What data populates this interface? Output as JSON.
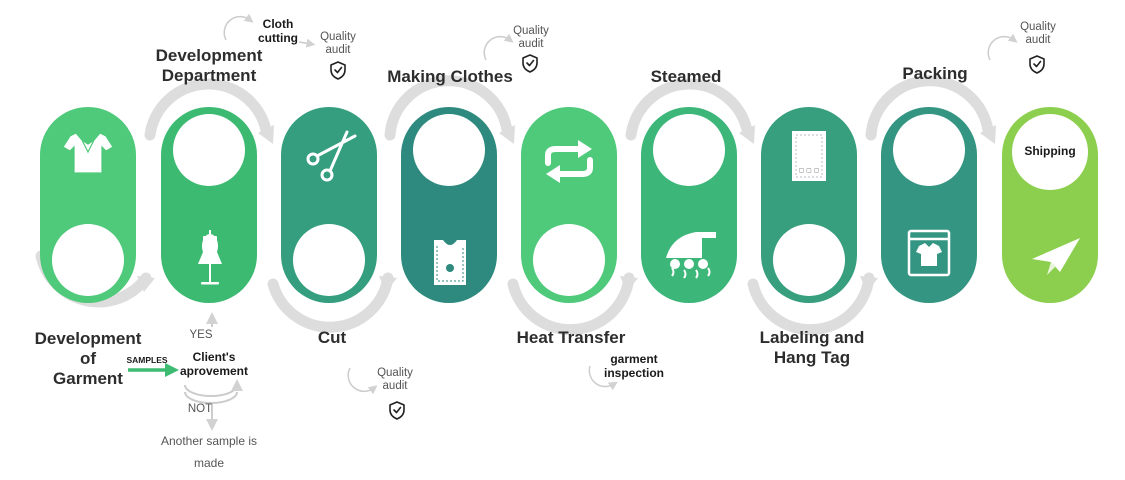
{
  "colors": {
    "green_light": "#4FC97A",
    "green_mid": "#3CB679",
    "green_dark": "#349E7E",
    "teal": "#2E8A7E",
    "lime": "#8CCF4E",
    "arc_gray": "#DDDDDD",
    "text_dark": "#2D2D2D"
  },
  "steps": [
    {
      "label": "Development of Garment",
      "icon": "polo-shirt-icon"
    },
    {
      "label": "Development Department",
      "icon": "dress-form-icon"
    },
    {
      "label": "Cut",
      "icon": "scissors-icon"
    },
    {
      "label": "Making Clothes",
      "icon": "fabric-panel-icon"
    },
    {
      "label": "Heat Transfer",
      "icon": "transfer-arrows-icon"
    },
    {
      "label": "Steamed",
      "icon": "steam-iron-icon"
    },
    {
      "label": "Labeling and Hang Tag",
      "icon": "label-tag-icon"
    },
    {
      "label": "Packing",
      "icon": "packed-shirt-icon"
    },
    {
      "label": "Shipping",
      "icon": "paper-plane-icon"
    }
  ],
  "labels": {
    "dev_garment": [
      "Development",
      "of",
      "Garment"
    ],
    "dev_department": [
      "Development",
      "Department"
    ],
    "cut": "Cut",
    "making_clothes": "Making Clothes",
    "heat_transfer": "Heat Transfer",
    "steamed": "Steamed",
    "labeling": [
      "Labeling and",
      "Hang Tag"
    ],
    "packing": "Packing",
    "shipping": "Shipping"
  },
  "notes": {
    "cloth_cutting": [
      "Cloth",
      "cutting"
    ],
    "quality_audit": [
      "Quality",
      "audit"
    ],
    "samples": "SAMPLES",
    "clients_approvement": [
      "Client's",
      "aprovement"
    ],
    "yes": "YES",
    "not": "NOT",
    "another_sample": [
      "Another sample is",
      "made"
    ],
    "garment_inspection": [
      "garment",
      "inspection"
    ]
  }
}
